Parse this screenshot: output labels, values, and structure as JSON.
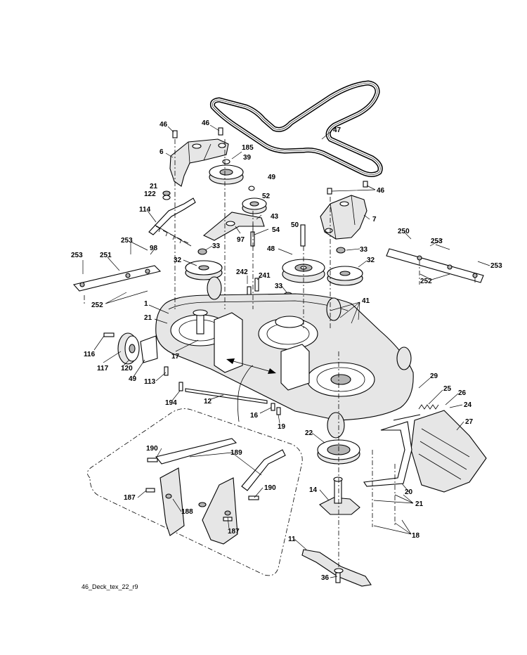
{
  "footer": {
    "code": "46_Deck_tex_22_r9"
  },
  "callouts": [
    {
      "id": "c46a",
      "text": "46"
    },
    {
      "id": "c46b",
      "text": "46"
    },
    {
      "id": "c47",
      "text": "47"
    },
    {
      "id": "c6",
      "text": "6"
    },
    {
      "id": "c185",
      "text": "185"
    },
    {
      "id": "c39",
      "text": "39"
    },
    {
      "id": "c49a",
      "text": "49"
    },
    {
      "id": "c46c",
      "text": "46"
    },
    {
      "id": "c21a",
      "text": "21"
    },
    {
      "id": "c122",
      "text": "122"
    },
    {
      "id": "c52",
      "text": "52"
    },
    {
      "id": "c43",
      "text": "43"
    },
    {
      "id": "c7",
      "text": "7"
    },
    {
      "id": "c114",
      "text": "114"
    },
    {
      "id": "c50",
      "text": "50"
    },
    {
      "id": "c54",
      "text": "54"
    },
    {
      "id": "c97",
      "text": "97"
    },
    {
      "id": "c250",
      "text": "250"
    },
    {
      "id": "c253a",
      "text": "253"
    },
    {
      "id": "c98",
      "text": "98"
    },
    {
      "id": "c33a",
      "text": "33"
    },
    {
      "id": "c48",
      "text": "48"
    },
    {
      "id": "c33b",
      "text": "33"
    },
    {
      "id": "c253b",
      "text": "253"
    },
    {
      "id": "c253c",
      "text": "253"
    },
    {
      "id": "c251",
      "text": "251"
    },
    {
      "id": "c32a",
      "text": "32"
    },
    {
      "id": "c32b",
      "text": "32"
    },
    {
      "id": "c253d",
      "text": "253"
    },
    {
      "id": "c242",
      "text": "242"
    },
    {
      "id": "c241",
      "text": "241"
    },
    {
      "id": "c252a",
      "text": "252"
    },
    {
      "id": "c33c",
      "text": "33"
    },
    {
      "id": "c41",
      "text": "41"
    },
    {
      "id": "c252b",
      "text": "252"
    },
    {
      "id": "c1",
      "text": "1"
    },
    {
      "id": "c21b",
      "text": "21"
    },
    {
      "id": "c116",
      "text": "116"
    },
    {
      "id": "c17",
      "text": "17"
    },
    {
      "id": "c117",
      "text": "117"
    },
    {
      "id": "c120",
      "text": "120"
    },
    {
      "id": "c49b",
      "text": "49"
    },
    {
      "id": "c113",
      "text": "113"
    },
    {
      "id": "c29",
      "text": "29"
    },
    {
      "id": "c25",
      "text": "25"
    },
    {
      "id": "c26",
      "text": "26"
    },
    {
      "id": "c24",
      "text": "24"
    },
    {
      "id": "c194",
      "text": "194"
    },
    {
      "id": "c12",
      "text": "12"
    },
    {
      "id": "c16",
      "text": "16"
    },
    {
      "id": "c19",
      "text": "19"
    },
    {
      "id": "c27",
      "text": "27"
    },
    {
      "id": "c22",
      "text": "22"
    },
    {
      "id": "c190a",
      "text": "190"
    },
    {
      "id": "c189",
      "text": "189"
    },
    {
      "id": "c20",
      "text": "20"
    },
    {
      "id": "c21c",
      "text": "21"
    },
    {
      "id": "c14",
      "text": "14"
    },
    {
      "id": "c190b",
      "text": "190"
    },
    {
      "id": "c187a",
      "text": "187"
    },
    {
      "id": "c188",
      "text": "188"
    },
    {
      "id": "c187b",
      "text": "187"
    },
    {
      "id": "c18",
      "text": "18"
    },
    {
      "id": "c11",
      "text": "11"
    },
    {
      "id": "c36",
      "text": "36"
    }
  ]
}
